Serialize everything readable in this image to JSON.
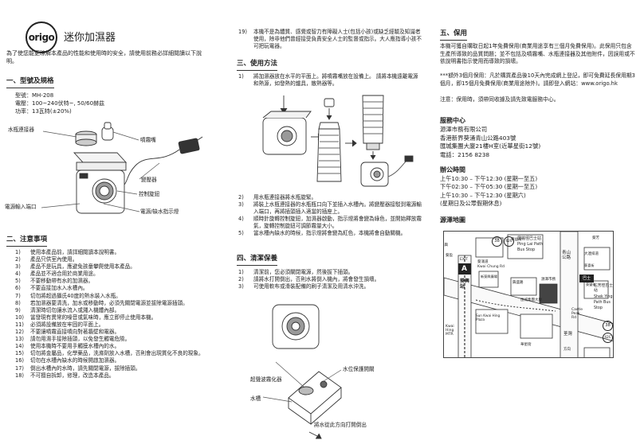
{
  "brand": {
    "logo_text": "origo",
    "product_title": "迷你加濕器"
  },
  "intro": "為了使您能更瞭解本產品的性能和使用時的安全，請使用前務必詳細閱讀以下說明。",
  "sec1": {
    "title": "一、型號及規格",
    "specs": [
      "型號：MH-208",
      "電壓：100~240伏特~, 50/60赫茲",
      "功率：13瓦特(±20%)"
    ],
    "labels": {
      "bottle_connector": "水瓶連接器",
      "mist_nozzle": "噴霧嘴",
      "transformer": "變壓器",
      "control_knob": "控制旋鈕",
      "power_port": "電源輸入端口",
      "power_indicator": "電源/缺水指示燈"
    }
  },
  "sec2": {
    "title": "二、注意事項",
    "items": [
      {
        "n": "1)",
        "t": "使用本產品前，請詳細閱讀本說明書。"
      },
      {
        "n": "2)",
        "t": "產品只供室內使用。"
      },
      {
        "n": "3)",
        "t": "產品不是玩具，應避免孩童攀爬使用本產品。"
      },
      {
        "n": "4)",
        "t": "產品並不適合用於商業用途。"
      },
      {
        "n": "5)",
        "t": "不要移動帶有水的加濕器。"
      },
      {
        "n": "6)",
        "t": "不要直接加水入水槽內。"
      },
      {
        "n": "7)",
        "t": "切勿將超過攝氏40度的熱水裝入水瓶。"
      },
      {
        "n": "8)",
        "t": "若加濕器要清洗，加水或移動時，必須先關閉電源並拔除電源插頭。"
      },
      {
        "n": "9)",
        "t": "清潔時切勿讓水流入或濺入機體內部。"
      },
      {
        "n": "10)",
        "t": "當發現有異常的噪音或氣味時，應立即停止使用本機。"
      },
      {
        "n": "11)",
        "t": "必須將設備放在牢固的平面上。"
      },
      {
        "n": "12)",
        "t": "不要讓噴霧直接噴向對著牆壁和電器。"
      },
      {
        "n": "13)",
        "t": "請勿用濕手接除插頭，以免發生觸電危險。"
      },
      {
        "n": "14)",
        "t": "使用本機時不要用手觸摸水槽內的水。"
      },
      {
        "n": "15)",
        "t": "切勿將金屬品，化學藥品，洗滌劑放入水槽，否則會出現質化不良的現象。"
      },
      {
        "n": "16)",
        "t": "切勿在水槽內缺水的時候開啟加濕器。"
      },
      {
        "n": "17)",
        "t": "倒出水槽內的水時，請先關閉電源，拔除插頭。"
      },
      {
        "n": "18)",
        "t": "不可擅自拆卸，修理，改造本產品。"
      }
    ]
  },
  "col2": {
    "item19": {
      "n": "19)",
      "t": "本機不是為體質、感覺或智力有障礙人士(包括小孩)或缺乏經驗及知識者使用，除非他們曾經接受負責安全人士的監督或指示。大人應指導小孩不可把玩電器。"
    },
    "sec3": {
      "title": "三、使用方法",
      "step1": {
        "n": "1)",
        "t": "將加濕器放在水平的平面上。將噴霧嘴放在設備上。 請將本機遠離電源和熱源，如發熱的爐具，散熱器等。"
      },
      "steps": [
        {
          "n": "2)",
          "t": "用水瓶連接器將水瓶旋緊。"
        },
        {
          "n": "3)",
          "t": "將裝上水瓶連接器的水瓶瓶口向下並插入水槽內。將變壓器接駁到電源輸入端口，再將插頭插入適當的插座上。"
        },
        {
          "n": "4)",
          "t": "順時針旋轉控制旋鈕，加濕器啟動，指示燈將會變為綠色，並開始釋放霧氣，旋轉控制旋鈕可調節霧量大小。"
        },
        {
          "n": "5)",
          "t": "當水槽內缺水的時候，指示燈將會變為紅色，本機將會自動關機。"
        }
      ]
    },
    "sec4": {
      "title": "四、清潔保養",
      "items": [
        {
          "n": "1)",
          "t": "清潔前，您必須關閉電源，然後拔下插頭。"
        },
        {
          "n": "2)",
          "t": "請將水打開倒出，否則水將倒入機內，將會發生損壞。"
        },
        {
          "n": "3)",
          "t": "可使用軟布或滑裝配備的刷子清潔及用清水沖洗。"
        }
      ],
      "labels": {
        "ultrasonic": "超聲波霧化器",
        "tank": "水槽",
        "protection": "水位保護開關",
        "pour": "將水從此方向打開倒出"
      }
    }
  },
  "col3": {
    "sec5": {
      "title": "五、保用",
      "p1": "本機可獲自購取日起1年免費保用(商業用途享有三個月免費保用)。此保用只包含生產所導致的品質問題；並不包括及噴霧嘴、水瓶連接器及其他附件，因誤用或不依說明書指示使用而導致的損壞。",
      "p2": "***額外3個月保用：凡於購買產品後10天內完成網上登記，即可免費延長保用期3個月，即15個月免費保用(商業用途除外)。請即登入網站：www.origo.hk",
      "p3": "注意：保用時，須帶同收據及請先致電服務中心。"
    },
    "service": {
      "title": "服務中心",
      "lines": [
        "源澤市務有限公司",
        "香港新界葵涌青山公路403號",
        "匯城集團大廈21樓H室(近華星街12號)",
        "電話：2156 8238"
      ]
    },
    "hours": {
      "title": "辦公時間",
      "lines": [
        "上午10:30 – 下午12:30 (星期一至五)",
        "下午02:30 – 下午05:30 (星期一至五)",
        "上午10:30 – 下午12:30 (星期六)",
        "(星期日及公眾假期休息)"
      ]
    },
    "map": {
      "title": "源澤地圖",
      "stop": "屏麗徑巴士站",
      "stop_en1": "Ping Lai Path",
      "stop_en2": "Bus Stop",
      "route_a": "38",
      "route_b": "42C",
      "kwai_chung": "葵涌道",
      "kwai_chung_en": "Kwai Chung Rd",
      "kwai_hing": "葵興站",
      "kwai_hing_en": "Kwai Hing MTR",
      "castle_peak": "青山公路",
      "castle_peak_en": "Castle Peak Rd",
      "shek_yi_stop": "石芳徑巴士站",
      "shek_yi_en1": "Shek Ying",
      "shek_yi_en2": "Path Bus",
      "shek_yi_en3": "Stop",
      "exit": "EXIT",
      "exit_letter": "A",
      "kwai_hing_alt": "葵興",
      "bus": "巴士",
      "tsuen_wan": "荃灣",
      "direction": "方向",
      "kwai_yi": "葵益街",
      "sun_kwai": "新葵興廣場",
      "sun_kwai_en": "Sun Kwai Hing Plaza",
      "hing_shing": "興盛路",
      "target": "源澤市務",
      "building": "匯城集團大廈",
      "wah_sing": "華星街",
      "tai_lin": "大連排道",
      "kwai_fong": "葵芳",
      "kwai_hei": "葵喜街",
      "kwai_fung": "葵豐街",
      "kwai_ying": "葵盈"
    }
  }
}
